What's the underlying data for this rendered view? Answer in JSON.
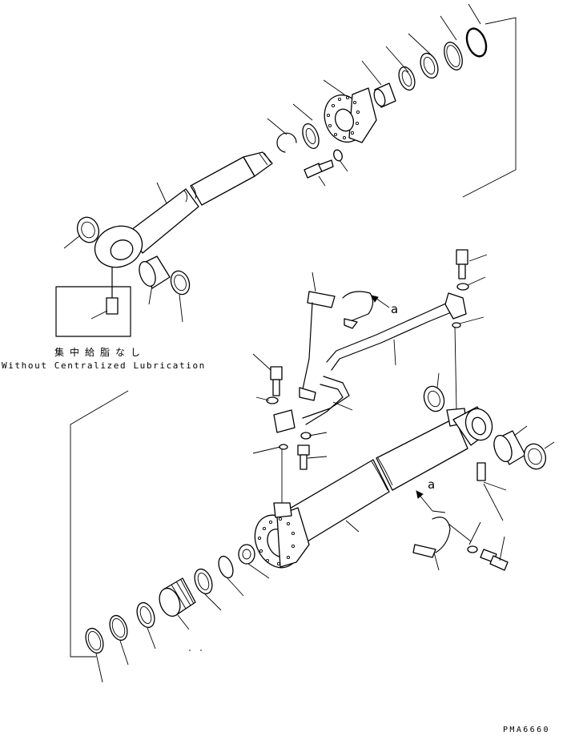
{
  "note": {
    "japanese": "集中給脂なし",
    "english": "Without Centralized Lubrication"
  },
  "view_letter": "a",
  "drawing_code": "PMA6660"
}
